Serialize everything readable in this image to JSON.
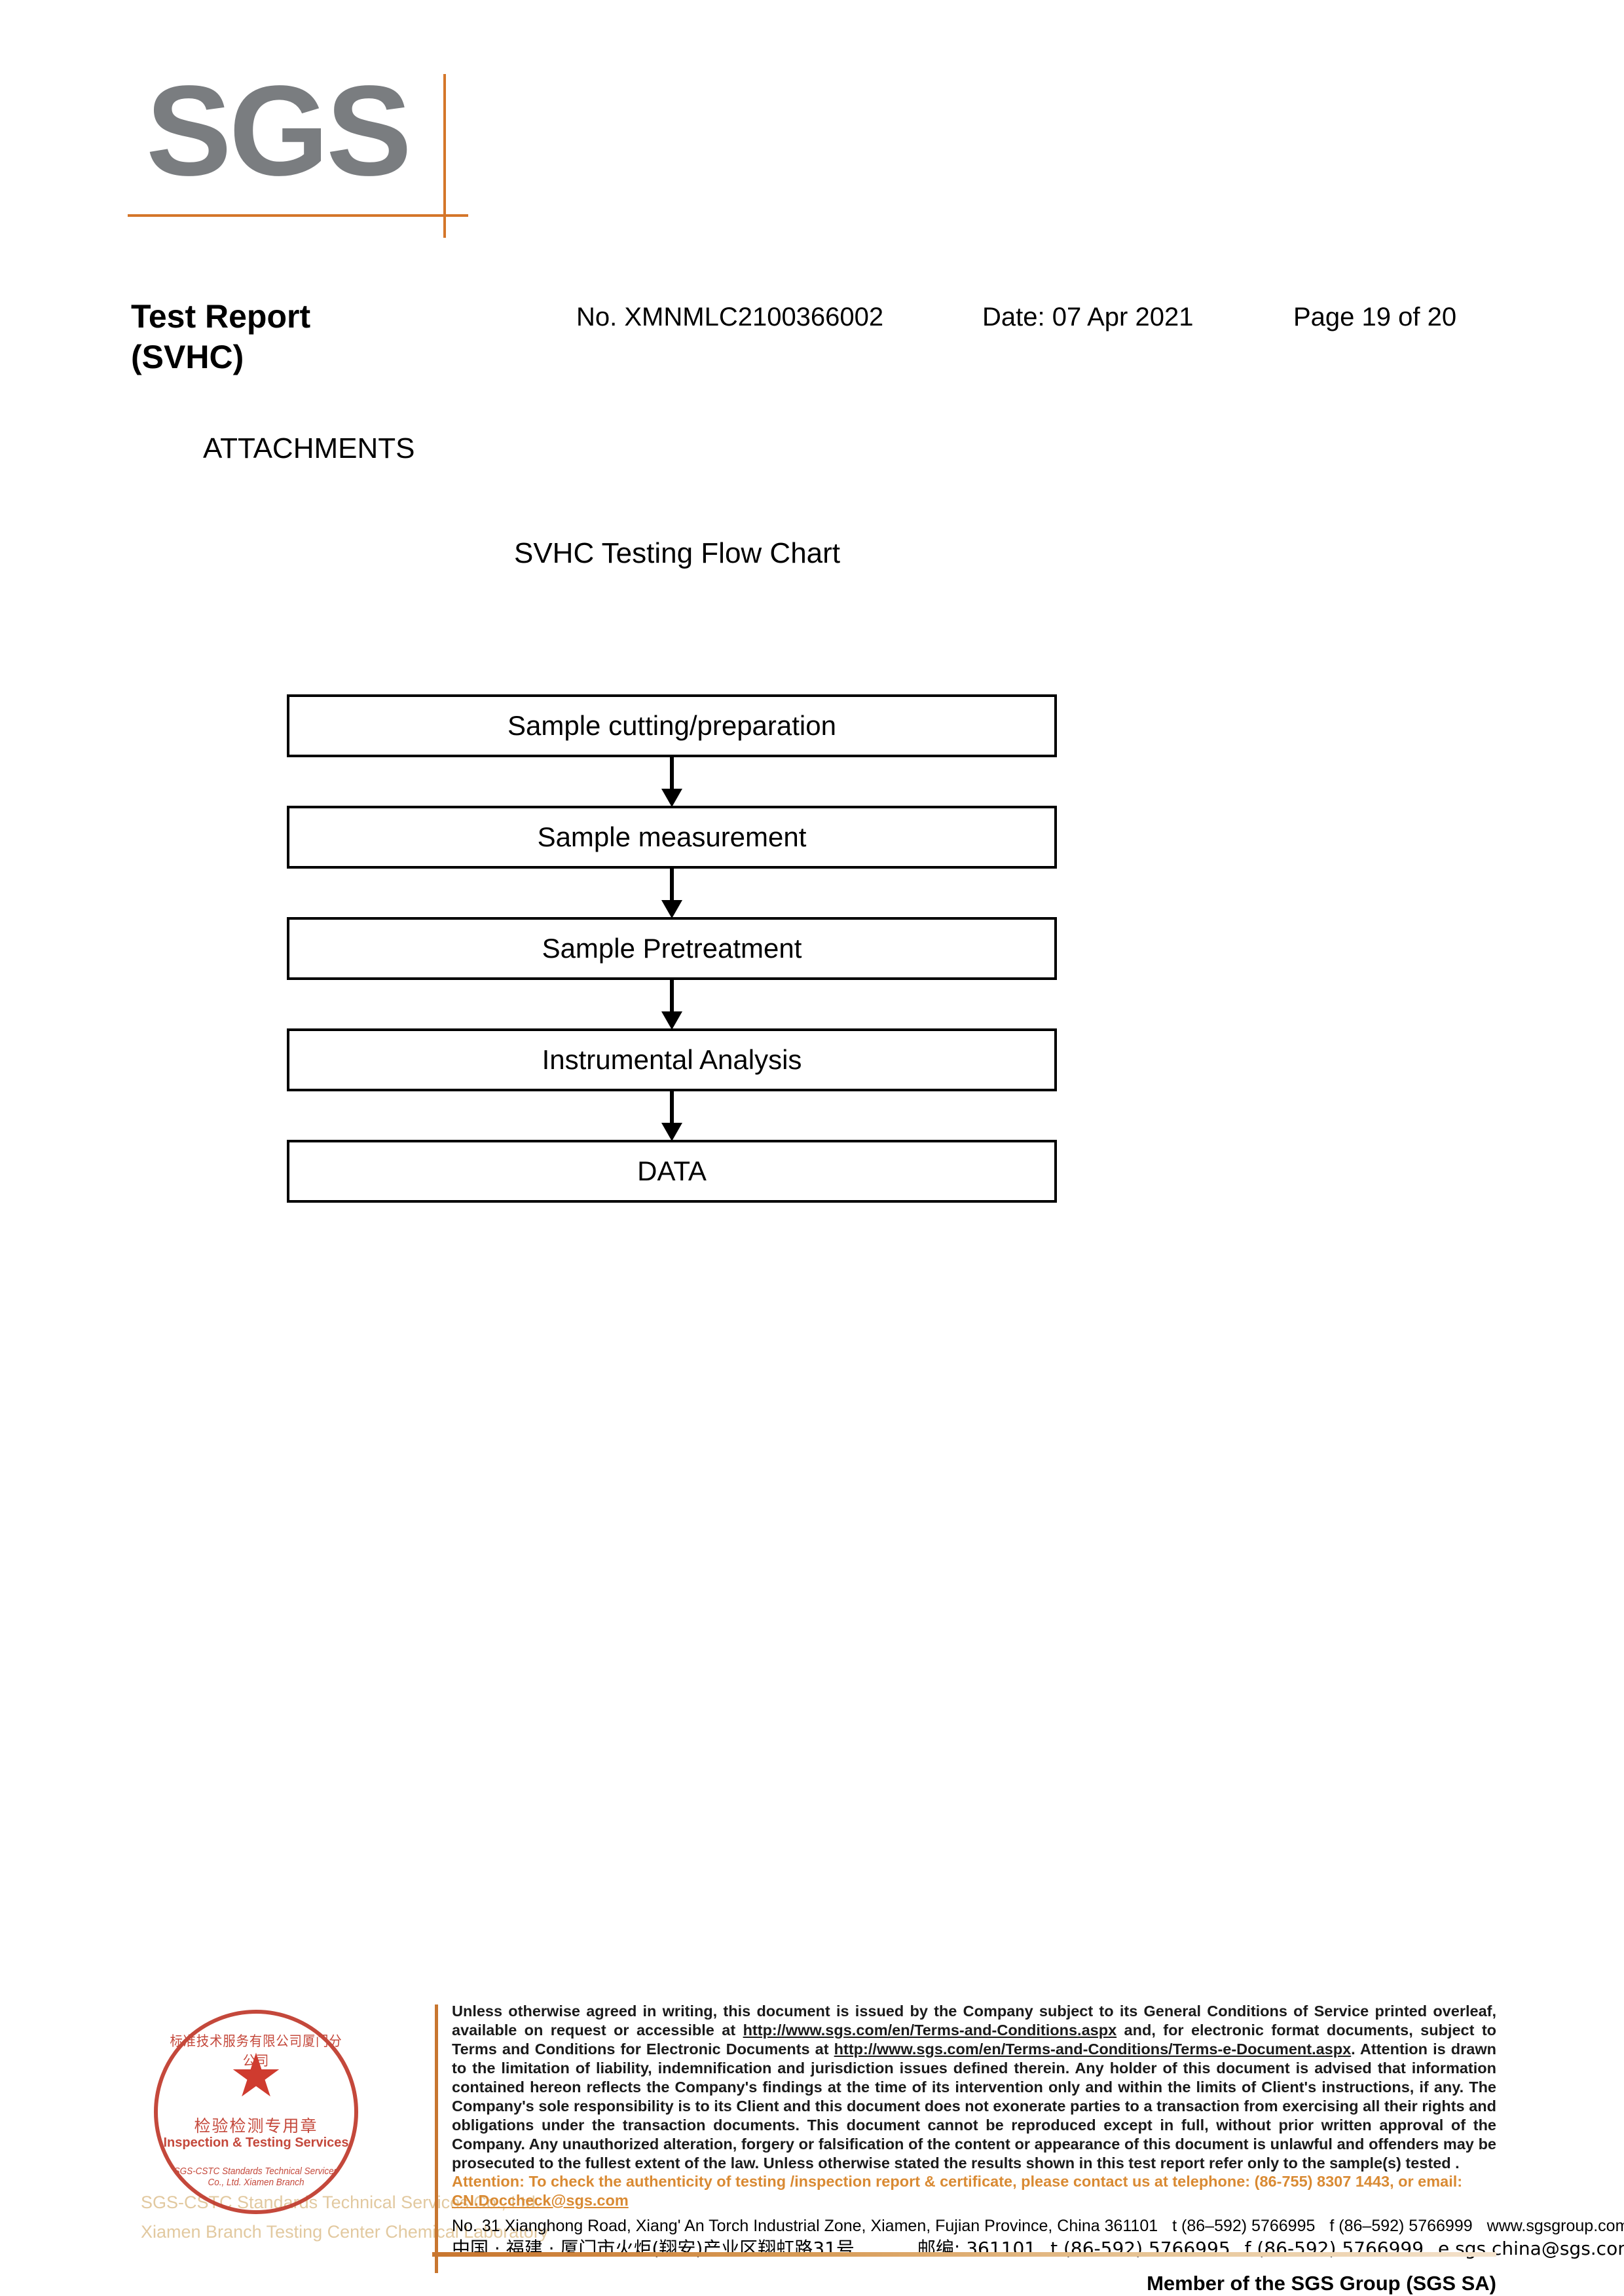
{
  "logo": {
    "text": "SGS",
    "accent_color": "#d4762a",
    "logo_gray": "#7a7d80"
  },
  "header": {
    "title": "Test Report",
    "subtitle": "(SVHC)",
    "report_no": "No. XMNMLC2100366002",
    "date": "Date: 07 Apr 2021",
    "page": "Page 19 of 20"
  },
  "body": {
    "attachments_heading": "ATTACHMENTS",
    "flow_chart_title": "SVHC Testing Flow Chart"
  },
  "chart_data": {
    "type": "diagram",
    "title": "SVHC Testing Flow Chart",
    "orientation": "vertical-top-down",
    "nodes": [
      {
        "id": 1,
        "label": "Sample cutting/preparation"
      },
      {
        "id": 2,
        "label": "Sample measurement"
      },
      {
        "id": 3,
        "label": "Sample Pretreatment"
      },
      {
        "id": 4,
        "label": "Instrumental Analysis"
      },
      {
        "id": 5,
        "label": "DATA"
      }
    ],
    "edges": [
      {
        "from": 1,
        "to": 2,
        "style": "arrow"
      },
      {
        "from": 2,
        "to": 3,
        "style": "arrow"
      },
      {
        "from": 3,
        "to": 4,
        "style": "arrow"
      },
      {
        "from": 4,
        "to": 5,
        "style": "arrow"
      }
    ]
  },
  "stamp": {
    "arc_top": "标准技术服务有限公司厦门分公司",
    "star": "★",
    "cn_text": "检验检测专用章",
    "en_text": "Inspection & Testing Services",
    "arc_bottom": "SGS-CSTC Standards Technical Services Co., Ltd. Xiamen Branch",
    "color": "#c0392b"
  },
  "watermark": {
    "line1": "SGS-CSTC Standards Technical Services Co., Ltd.",
    "line2": "Xiamen Branch Testing Center Chemical Laboratory",
    "color": "#e2c9a0"
  },
  "footer": {
    "disclaimer_part1": "Unless otherwise agreed in writing, this document is issued by the Company subject to its General Conditions of Service printed overleaf, available on request or accessible at ",
    "link1": "http://www.sgs.com/en/Terms-and-Conditions.aspx",
    "disclaimer_part2": " and, for electronic format documents, subject to Terms and Conditions for Electronic Documents at ",
    "link2": "http://www.sgs.com/en/Terms-and-Conditions/Terms-e-Document.aspx",
    "disclaimer_part3": ". Attention is drawn to the limitation of liability, indemnification and jurisdiction issues defined therein. Any holder of this document is advised that information contained hereon reflects the Company's findings at the time of its intervention only and within the limits of Client's instructions, if any. The Company's sole responsibility is to its Client and this document does not exonerate parties to a transaction from exercising all their rights and obligations under the transaction documents. This document cannot be reproduced except in full, without prior written approval of the Company. Any unauthorized alteration, forgery or falsification of the content or appearance of this document is unlawful and offenders may be prosecuted to the fullest extent of the law. Unless otherwise stated the results shown in this test report refer only to the sample(s) tested .",
    "attention_part1": "Attention: To check the authenticity of testing /inspection report & certificate, please contact us at telephone: (86-755) 8307 1443, or email: ",
    "attention_email": "CN.Doccheck@sgs.com",
    "attention_color": "#d98a33",
    "address_en": "No. 31 Xianghong Road, Xiang' An Torch Industrial Zone, Xiamen, Fujian Province, China  361101",
    "address_en_tel": "t (86–592) 5766995",
    "address_en_fax": "f (86–592) 5766999",
    "address_en_web": "www.sgsgroup.com.cn",
    "address_cn": "中国 · 福建 · 厦门市火炬(翔安)产业区翔虹路31号",
    "address_cn_zip": "邮编: 361101",
    "address_cn_tel": "t (86-592) 5766995",
    "address_cn_fax": "f (86-592) 5766999",
    "address_cn_email": "e  sgs.china@sgs.com",
    "member_line": "Member of the SGS Group (SGS SA)"
  }
}
